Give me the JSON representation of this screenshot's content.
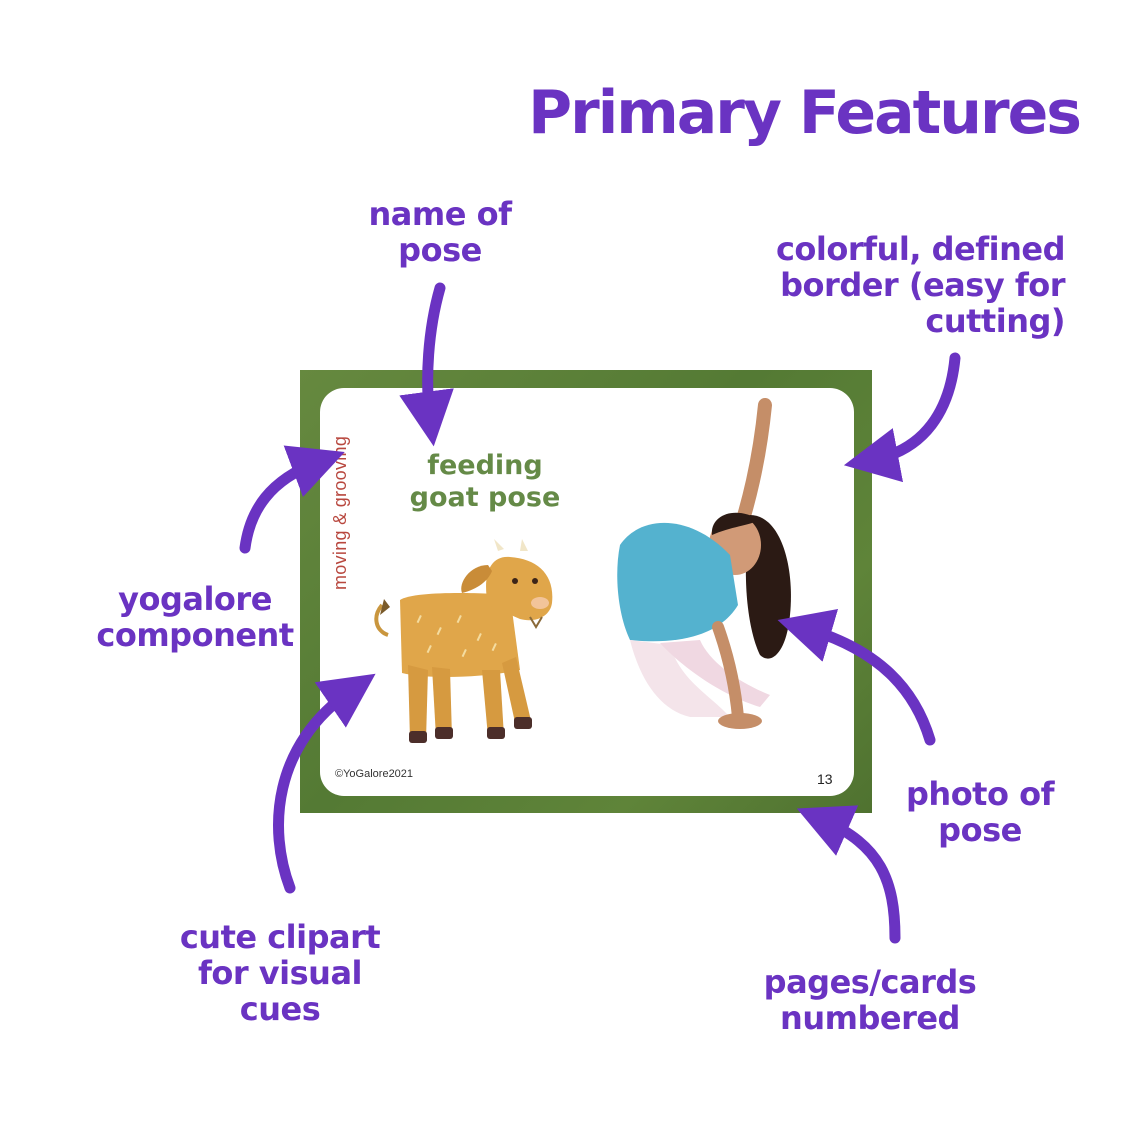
{
  "title": "Primary Features",
  "labels": {
    "name_of_pose": "name of\npose",
    "border": "colorful, defined\nborder (easy for\ncutting)",
    "yogalore": "yogalore\ncomponent",
    "photo": "photo of\npose",
    "clipart": "cute clipart\nfor visual\ncues",
    "pages": "pages/cards\nnumbered"
  },
  "card": {
    "category": "moving & grooving",
    "pose_name": "feeding\ngoat pose",
    "copyright": "©YoGalore2021",
    "number": "13",
    "border_color": "#5b7f37",
    "pose_color": "#658a47",
    "category_color": "#b8473e"
  },
  "colors": {
    "accent": "#6a33c2"
  },
  "icons": [
    "arrow-icon",
    "goat-icon",
    "child-yoga-photo"
  ]
}
